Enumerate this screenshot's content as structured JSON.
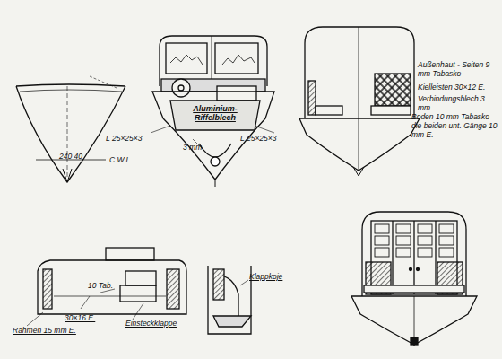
{
  "diagram": {
    "labels": [
      "240 40",
      "C.W.L.",
      "Aluminium-Riffelblech",
      "L 25×25×3",
      "3 mm",
      "L 25×25×3",
      "Außenhaut - Seiten 9 mm Tabasko",
      "Kielleisten 30×12 E.",
      "Verbindungsblech 3 mm",
      "Boden 10 mm Tabasko die beiden unt. Gänge 10 mm E.",
      "10 Tab.",
      "Rahmen 15 mm E.",
      "30×16 E.",
      "Einsteckklappe",
      "Klappkoje"
    ]
  }
}
